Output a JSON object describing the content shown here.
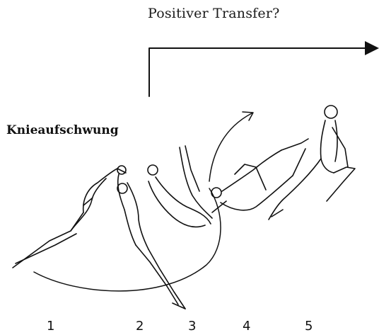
{
  "title": "Positiver Transfer?",
  "movement_label": "Knieaufschwung",
  "phases": [
    "1",
    "2",
    "3",
    "4",
    "5"
  ]
}
